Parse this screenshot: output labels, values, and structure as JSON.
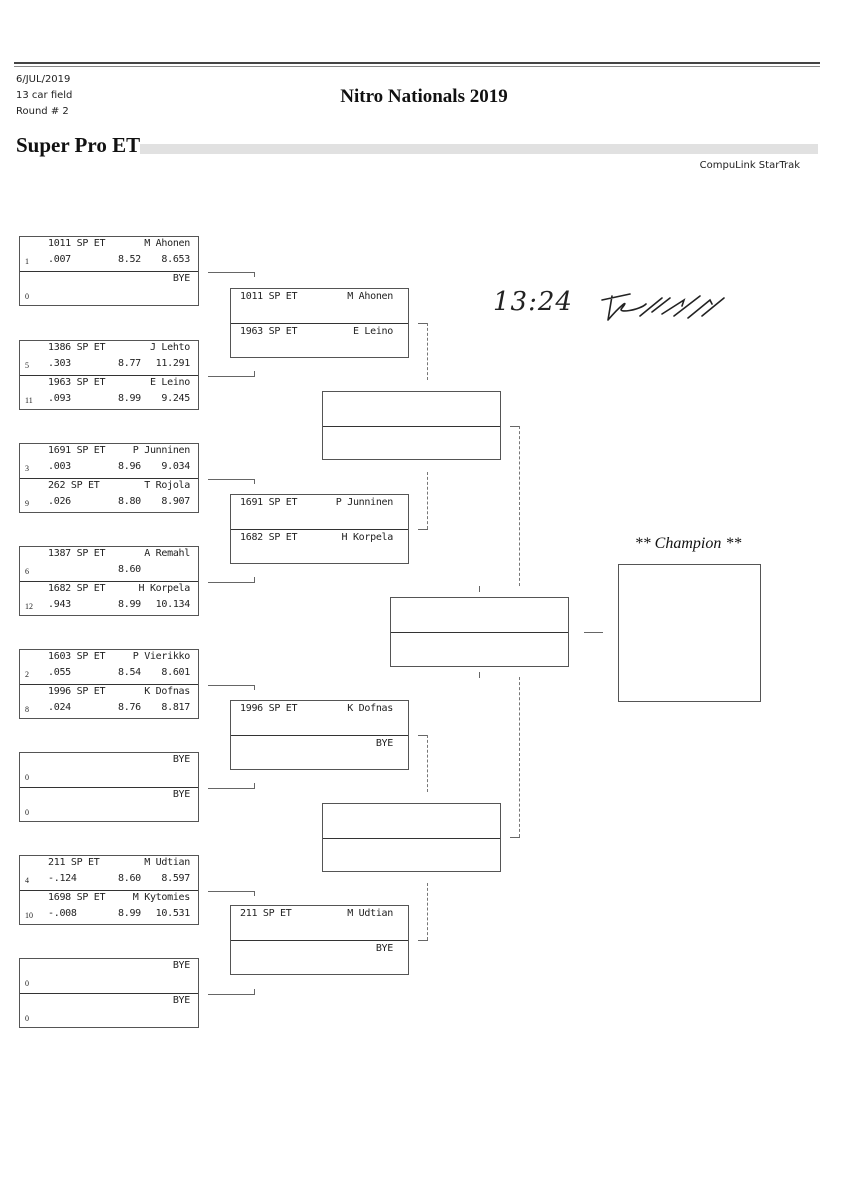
{
  "header": {
    "date": "6/JUL/2019",
    "field": "13 car field",
    "round": "Round # 2",
    "event_title": "Nitro Nationals 2019",
    "class_title": "Super Pro ET",
    "software": "CompuLink StarTrak"
  },
  "round1": [
    {
      "top": {
        "car": "1011 SP ET",
        "driver": "M Ahonen",
        "seed": "1",
        "reaction": ".007",
        "dial": "8.52",
        "et": "8.653"
      },
      "bottom": {
        "car": "",
        "driver": "BYE",
        "seed": "0",
        "reaction": "",
        "dial": "",
        "et": ""
      }
    },
    {
      "top": {
        "car": "1386 SP ET",
        "driver": "J Lehto",
        "seed": "5",
        "reaction": ".303",
        "dial": "8.77",
        "et": "11.291"
      },
      "bottom": {
        "car": "1963 SP ET",
        "driver": "E Leino",
        "seed": "11",
        "reaction": ".093",
        "dial": "8.99",
        "et": "9.245"
      }
    },
    {
      "top": {
        "car": "1691 SP ET",
        "driver": "P Junninen",
        "seed": "3",
        "reaction": ".003",
        "dial": "8.96",
        "et": "9.034"
      },
      "bottom": {
        "car": "262 SP ET",
        "driver": "T Rojola",
        "seed": "9",
        "reaction": ".026",
        "dial": "8.80",
        "et": "8.907"
      }
    },
    {
      "top": {
        "car": "1387 SP ET",
        "driver": "A Remahl",
        "seed": "6",
        "reaction": "",
        "dial": "8.60",
        "et": ""
      },
      "bottom": {
        "car": "1682 SP ET",
        "driver": "H Korpela",
        "seed": "12",
        "reaction": ".943",
        "dial": "8.99",
        "et": "10.134"
      }
    },
    {
      "top": {
        "car": "1603 SP ET",
        "driver": "P Vierikko",
        "seed": "2",
        "reaction": ".055",
        "dial": "8.54",
        "et": "8.601"
      },
      "bottom": {
        "car": "1996 SP ET",
        "driver": "K Dofnas",
        "seed": "8",
        "reaction": ".024",
        "dial": "8.76",
        "et": "8.817"
      }
    },
    {
      "top": {
        "car": "",
        "driver": "BYE",
        "seed": "0",
        "reaction": "",
        "dial": "",
        "et": ""
      },
      "bottom": {
        "car": "",
        "driver": "BYE",
        "seed": "0",
        "reaction": "",
        "dial": "",
        "et": ""
      }
    },
    {
      "top": {
        "car": "211 SP ET",
        "driver": "M Udtian",
        "seed": "4",
        "reaction": "-.124",
        "dial": "8.60",
        "et": "8.597"
      },
      "bottom": {
        "car": "1698 SP ET",
        "driver": "M Kytomies",
        "seed": "10",
        "reaction": "-.008",
        "dial": "8.99",
        "et": "10.531"
      }
    },
    {
      "top": {
        "car": "",
        "driver": "BYE",
        "seed": "0",
        "reaction": "",
        "dial": "",
        "et": ""
      },
      "bottom": {
        "car": "",
        "driver": "BYE",
        "seed": "0",
        "reaction": "",
        "dial": "",
        "et": ""
      }
    }
  ],
  "round2": [
    {
      "top": {
        "car": "1011 SP ET",
        "driver": "M Ahonen"
      },
      "bottom": {
        "car": "1963 SP ET",
        "driver": "E Leino"
      }
    },
    {
      "top": {
        "car": "1691 SP ET",
        "driver": "P Junninen"
      },
      "bottom": {
        "car": "1682 SP ET",
        "driver": "H Korpela"
      }
    },
    {
      "top": {
        "car": "1996 SP ET",
        "driver": "K Dofnas"
      },
      "bottom": {
        "car": "",
        "driver": "BYE"
      }
    },
    {
      "top": {
        "car": "211 SP ET",
        "driver": "M Udtian"
      },
      "bottom": {
        "car": "",
        "driver": "BYE"
      }
    }
  ],
  "round3": [
    {
      "top": {
        "car": "",
        "driver": ""
      },
      "bottom": {
        "car": "",
        "driver": ""
      }
    },
    {
      "top": {
        "car": "",
        "driver": ""
      },
      "bottom": {
        "car": "",
        "driver": ""
      }
    }
  ],
  "final": {
    "top": {
      "car": "",
      "driver": ""
    },
    "bottom": {
      "car": "",
      "driver": ""
    }
  },
  "champion": {
    "label": "** Champion **",
    "name": ""
  },
  "annotation": {
    "handwritten_time": "13:24",
    "signature": "signature"
  }
}
